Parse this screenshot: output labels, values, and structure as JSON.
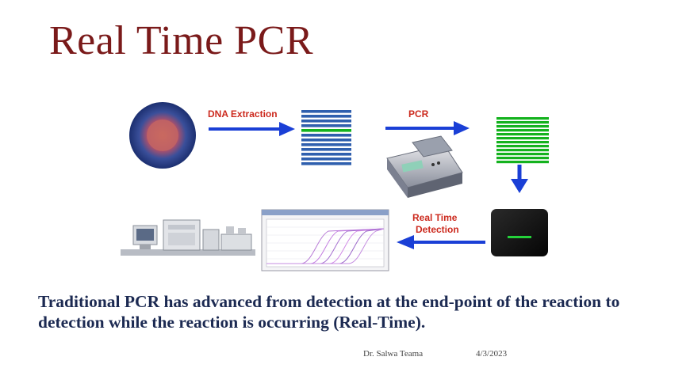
{
  "slide": {
    "title": "Real Time PCR",
    "body": "Traditional PCR has advanced from detection at the end-point of the reaction to detection while the reaction is occurring (Real-Time).",
    "author": "Dr. Salwa Teama",
    "date": "4/3/2023"
  },
  "diagram": {
    "labels": {
      "dna_extraction": "DNA Extraction",
      "pcr": "PCR",
      "real_time_line1": "Real Time",
      "real_time_line2": "Detection"
    },
    "icons": [
      "cell-icon",
      "dna-bands-icon",
      "thermocycler-icon",
      "amplified-dna-bands-icon",
      "detection-tube-icon",
      "amplification-plot-icon",
      "lab-instrument-icon"
    ]
  },
  "colors": {
    "title": "#7a1a1a",
    "labels": "#cc2a1e",
    "arrows": "#1a3fd6",
    "body_text": "#1c2a52",
    "blue_bands": "#2f5fae",
    "green_bands": "#14b21e"
  }
}
